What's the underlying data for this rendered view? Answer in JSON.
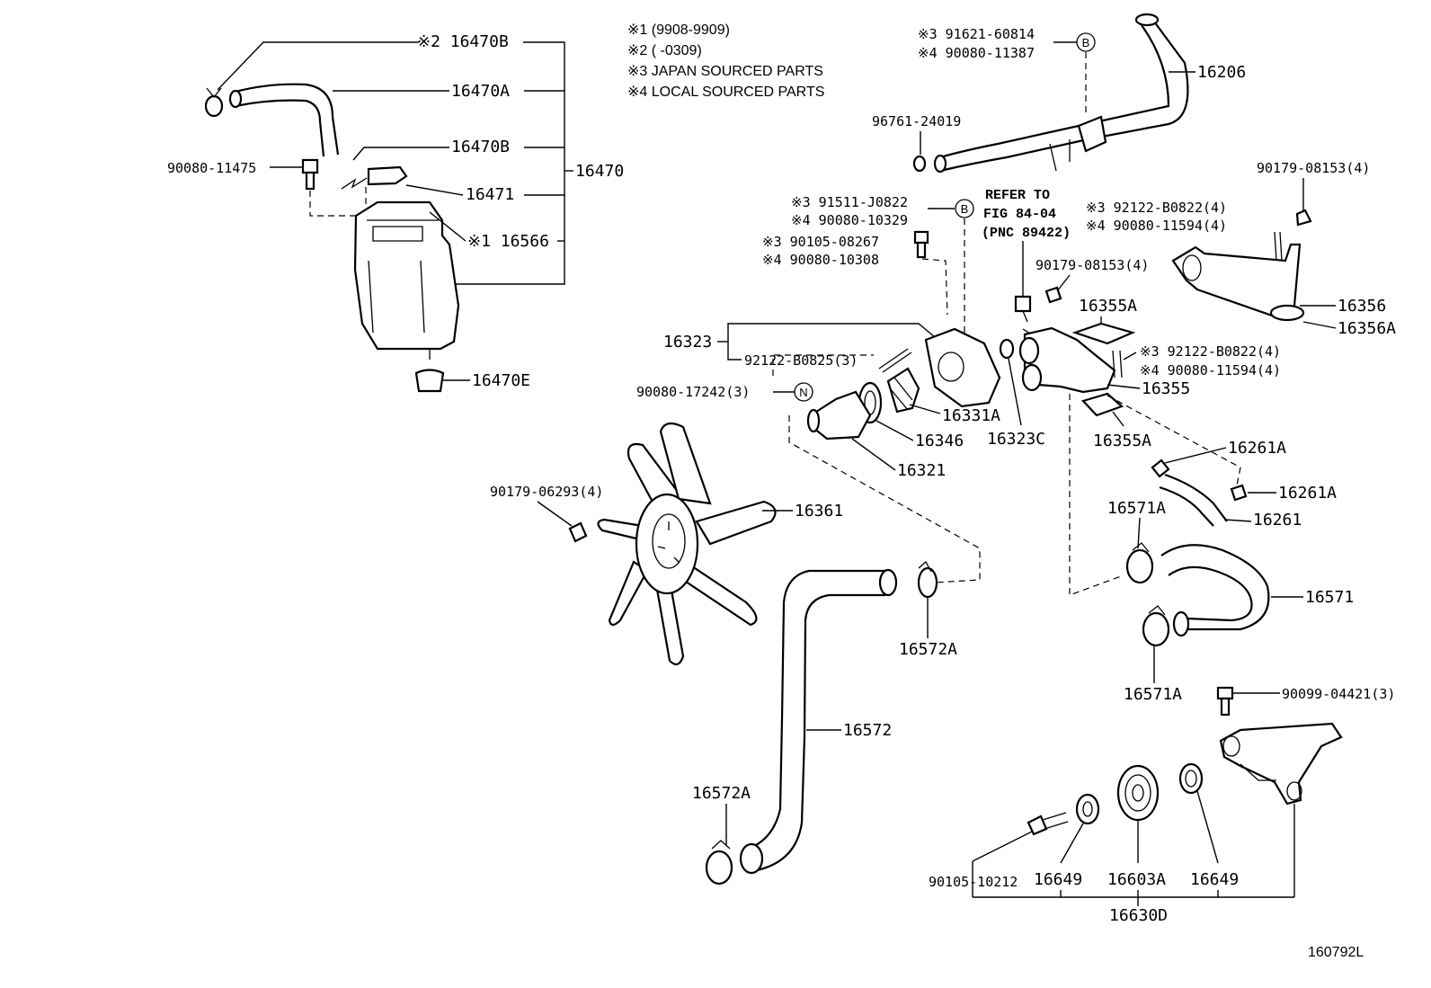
{
  "notes": [
    "※1 (9908-9909)",
    "※2 (      -0309)",
    "※3 JAPAN SOURCED PARTS",
    "※4 LOCAL SOURCED PARTS"
  ],
  "refer": [
    "REFER TO",
    "FIG 84-04",
    "(PNC 89422)"
  ],
  "circle_b": "B",
  "circle_n": "N",
  "labels": {
    "l16470b_top": "※2 16470B",
    "l16470a": "16470A",
    "l16470b_mid": "16470B",
    "l16470": "16470",
    "l16471": "16471",
    "l16566": "※1 16566",
    "l90080_11475": "90080-11475",
    "l16470e": "16470E",
    "l91621": "※3 91621-60814",
    "l90080_11387": "※4 90080-11387",
    "l16206": "16206",
    "l96761": "96761-24019",
    "l91511": "※3 91511-J0822",
    "l90080_10329": "※4 90080-10329",
    "l90105_08267": "※3 90105-08267",
    "l90080_10308": "※4 90080-10308",
    "l92122_top": "※3 92122-B0822(4)",
    "l90080_11594_top": "※4 90080-11594(4)",
    "l90179_08153_r": "90179-08153(4)",
    "l90179_08153_m": "90179-08153(4)",
    "l16356": "16356",
    "l16356a": "16356A",
    "l16355a_top": "16355A",
    "l16323": "16323",
    "l92122_b0825": "92122-B0825(3)",
    "l92122_mid": "※3 92122-B0822(4)",
    "l90080_11594_mid": "※4 90080-11594(4)",
    "l16355": "16355",
    "l90080_17242": "90080-17242(3)",
    "l16331a": "16331A",
    "l16323c": "16323C",
    "l16355a_bot": "16355A",
    "l16346": "16346",
    "l16321": "16321",
    "l16261a_top": "16261A",
    "l16261a_r": "16261A",
    "l16261": "16261",
    "l90179_06293": "90179-06293(4)",
    "l16361": "16361",
    "l16571a_top": "16571A",
    "l16571": "16571",
    "l16572a_top": "16572A",
    "l16571a_bot": "16571A",
    "l90099": "90099-04421(3)",
    "l16572": "16572",
    "l16572a_bot": "16572A",
    "l90105_10212": "90105-10212",
    "l16649_l": "16649",
    "l16603a": "16603A",
    "l16649_r": "16649",
    "l16630d": "16630D",
    "fig_id": "160792L"
  }
}
